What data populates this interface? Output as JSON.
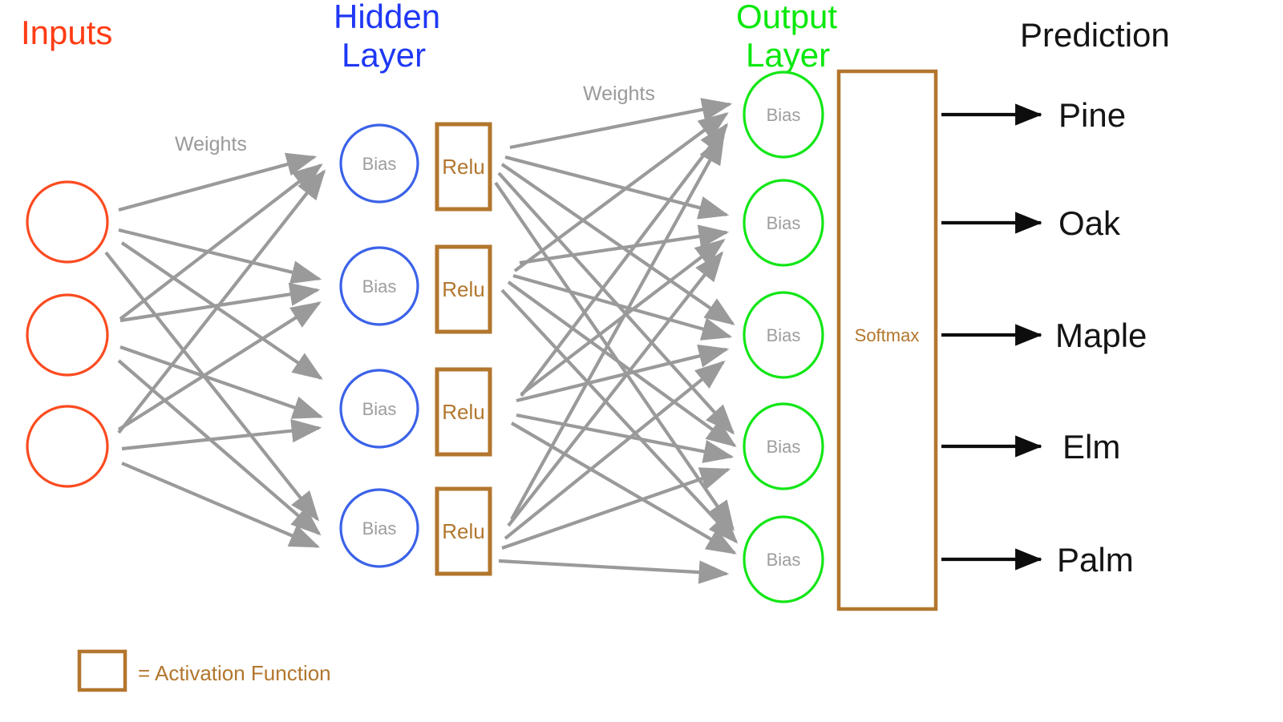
{
  "titles": {
    "inputs": "Inputs",
    "hidden_line1": "Hidden",
    "hidden_line2": "Layer",
    "output_line1": "Output",
    "output_line2": "Layer",
    "prediction": "Prediction"
  },
  "labels": {
    "weights_1": "Weights",
    "weights_2": "Weights",
    "bias": "Bias",
    "relu": "Relu",
    "softmax": "Softmax"
  },
  "legend": {
    "text": "= Activation Function"
  },
  "colors": {
    "inputs": "#ff3c14",
    "hidden": "#1f38f5",
    "output": "#09e80c",
    "brown": "#b2762d",
    "wire_gray": "#9a9a9a",
    "text_gray": "#9e9e9e",
    "black": "#141414",
    "background": "#ffffff"
  },
  "network": {
    "input_nodes": [
      {
        "id": "in-1",
        "label": ""
      },
      {
        "id": "in-2",
        "label": ""
      },
      {
        "id": "in-3",
        "label": ""
      }
    ],
    "hidden_nodes": [
      {
        "id": "hid-1",
        "label": "Bias",
        "activation": "Relu"
      },
      {
        "id": "hid-2",
        "label": "Bias",
        "activation": "Relu"
      },
      {
        "id": "hid-3",
        "label": "Bias",
        "activation": "Relu"
      },
      {
        "id": "hid-4",
        "label": "Bias",
        "activation": "Relu"
      }
    ],
    "output_nodes": [
      {
        "id": "out-1",
        "label": "Bias",
        "prediction": "Pine"
      },
      {
        "id": "out-2",
        "label": "Bias",
        "prediction": "Oak"
      },
      {
        "id": "out-3",
        "label": "Bias",
        "prediction": "Maple"
      },
      {
        "id": "out-4",
        "label": "Bias",
        "prediction": "Elm"
      },
      {
        "id": "out-5",
        "label": "Bias",
        "prediction": "Palm"
      }
    ],
    "predictions": [
      "Pine",
      "Oak",
      "Maple",
      "Elm",
      "Palm"
    ],
    "connectivity": "fully-connected",
    "input_to_hidden_edges": 12,
    "hidden_to_output_edges": 20
  },
  "chart_data": {
    "type": "diagram",
    "title": "Feedforward neural network classifier",
    "layers": [
      {
        "name": "Inputs",
        "count": 3,
        "color": "#ff3c14",
        "node_labels": [
          "",
          "",
          ""
        ]
      },
      {
        "name": "Hidden Layer",
        "count": 4,
        "color": "#1f38f5",
        "node_labels": [
          "Bias",
          "Bias",
          "Bias",
          "Bias"
        ],
        "activation": "Relu"
      },
      {
        "name": "Output Layer",
        "count": 5,
        "color": "#09e80c",
        "node_labels": [
          "Bias",
          "Bias",
          "Bias",
          "Bias",
          "Bias"
        ],
        "activation": "Softmax"
      }
    ],
    "edge_labels": [
      "Weights",
      "Weights"
    ],
    "outputs": [
      "Pine",
      "Oak",
      "Maple",
      "Elm",
      "Palm"
    ]
  }
}
